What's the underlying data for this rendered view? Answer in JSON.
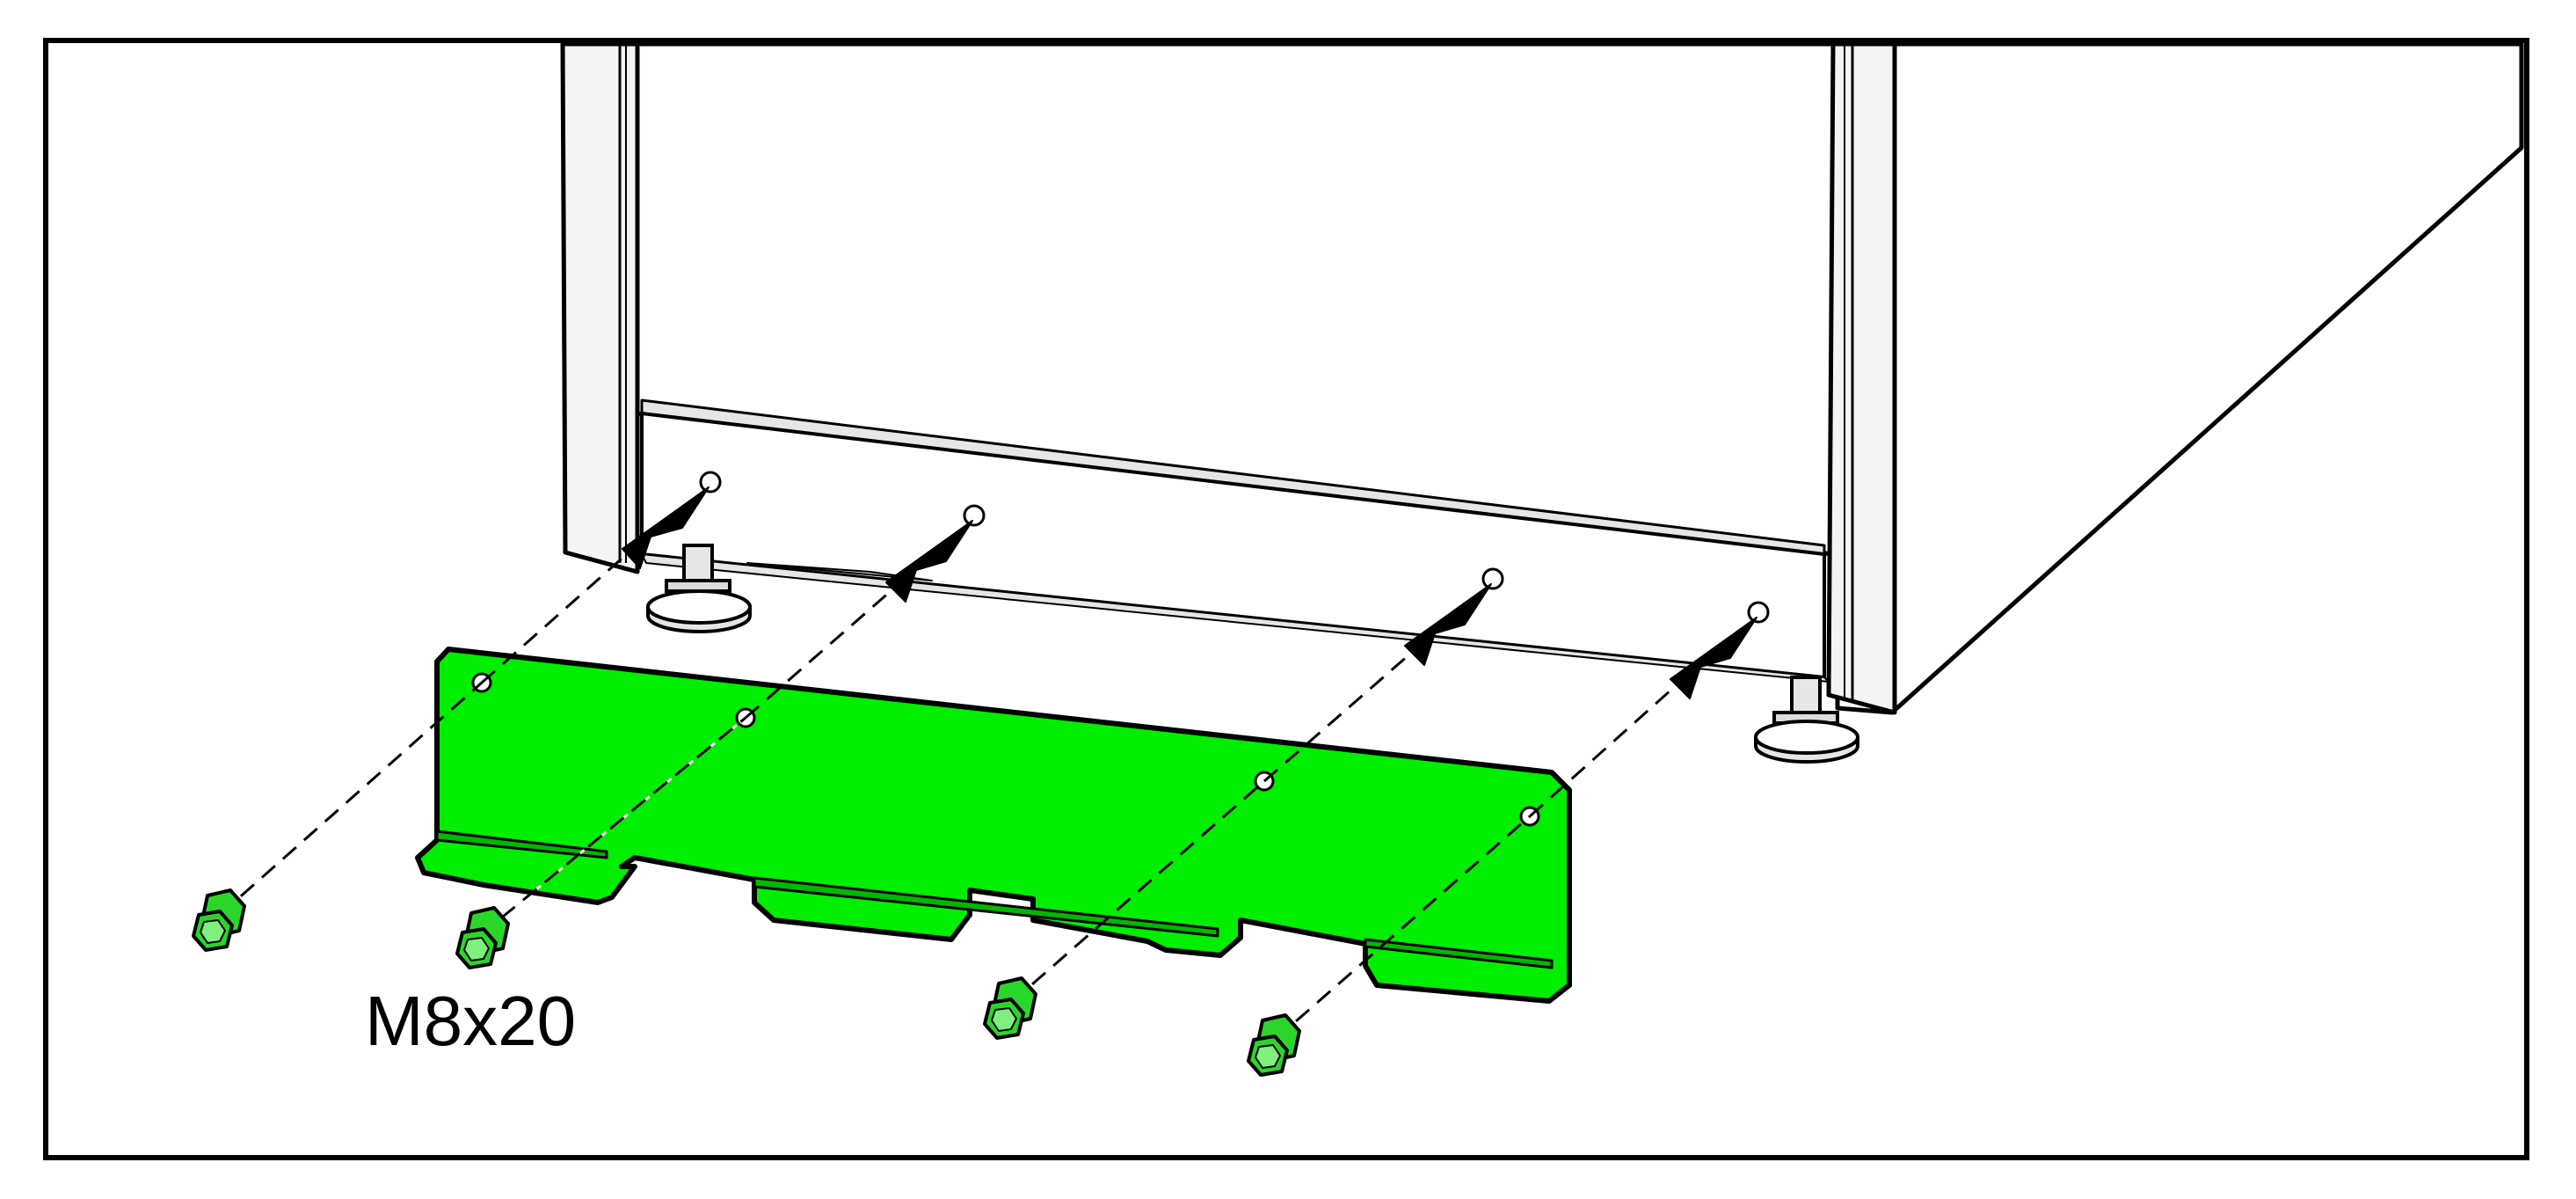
{
  "figure": {
    "screw_label": "M8x20",
    "colors": {
      "bracket": "#00ee00",
      "screw": "#2bd62b",
      "outline": "#000000",
      "cabinet_shade": "#e6e6e6",
      "background": "#ffffff"
    },
    "parts": [
      "cabinet",
      "leveling-feet",
      "kick-plate-bracket",
      "m8x20-screws"
    ],
    "screw_count": 4
  }
}
